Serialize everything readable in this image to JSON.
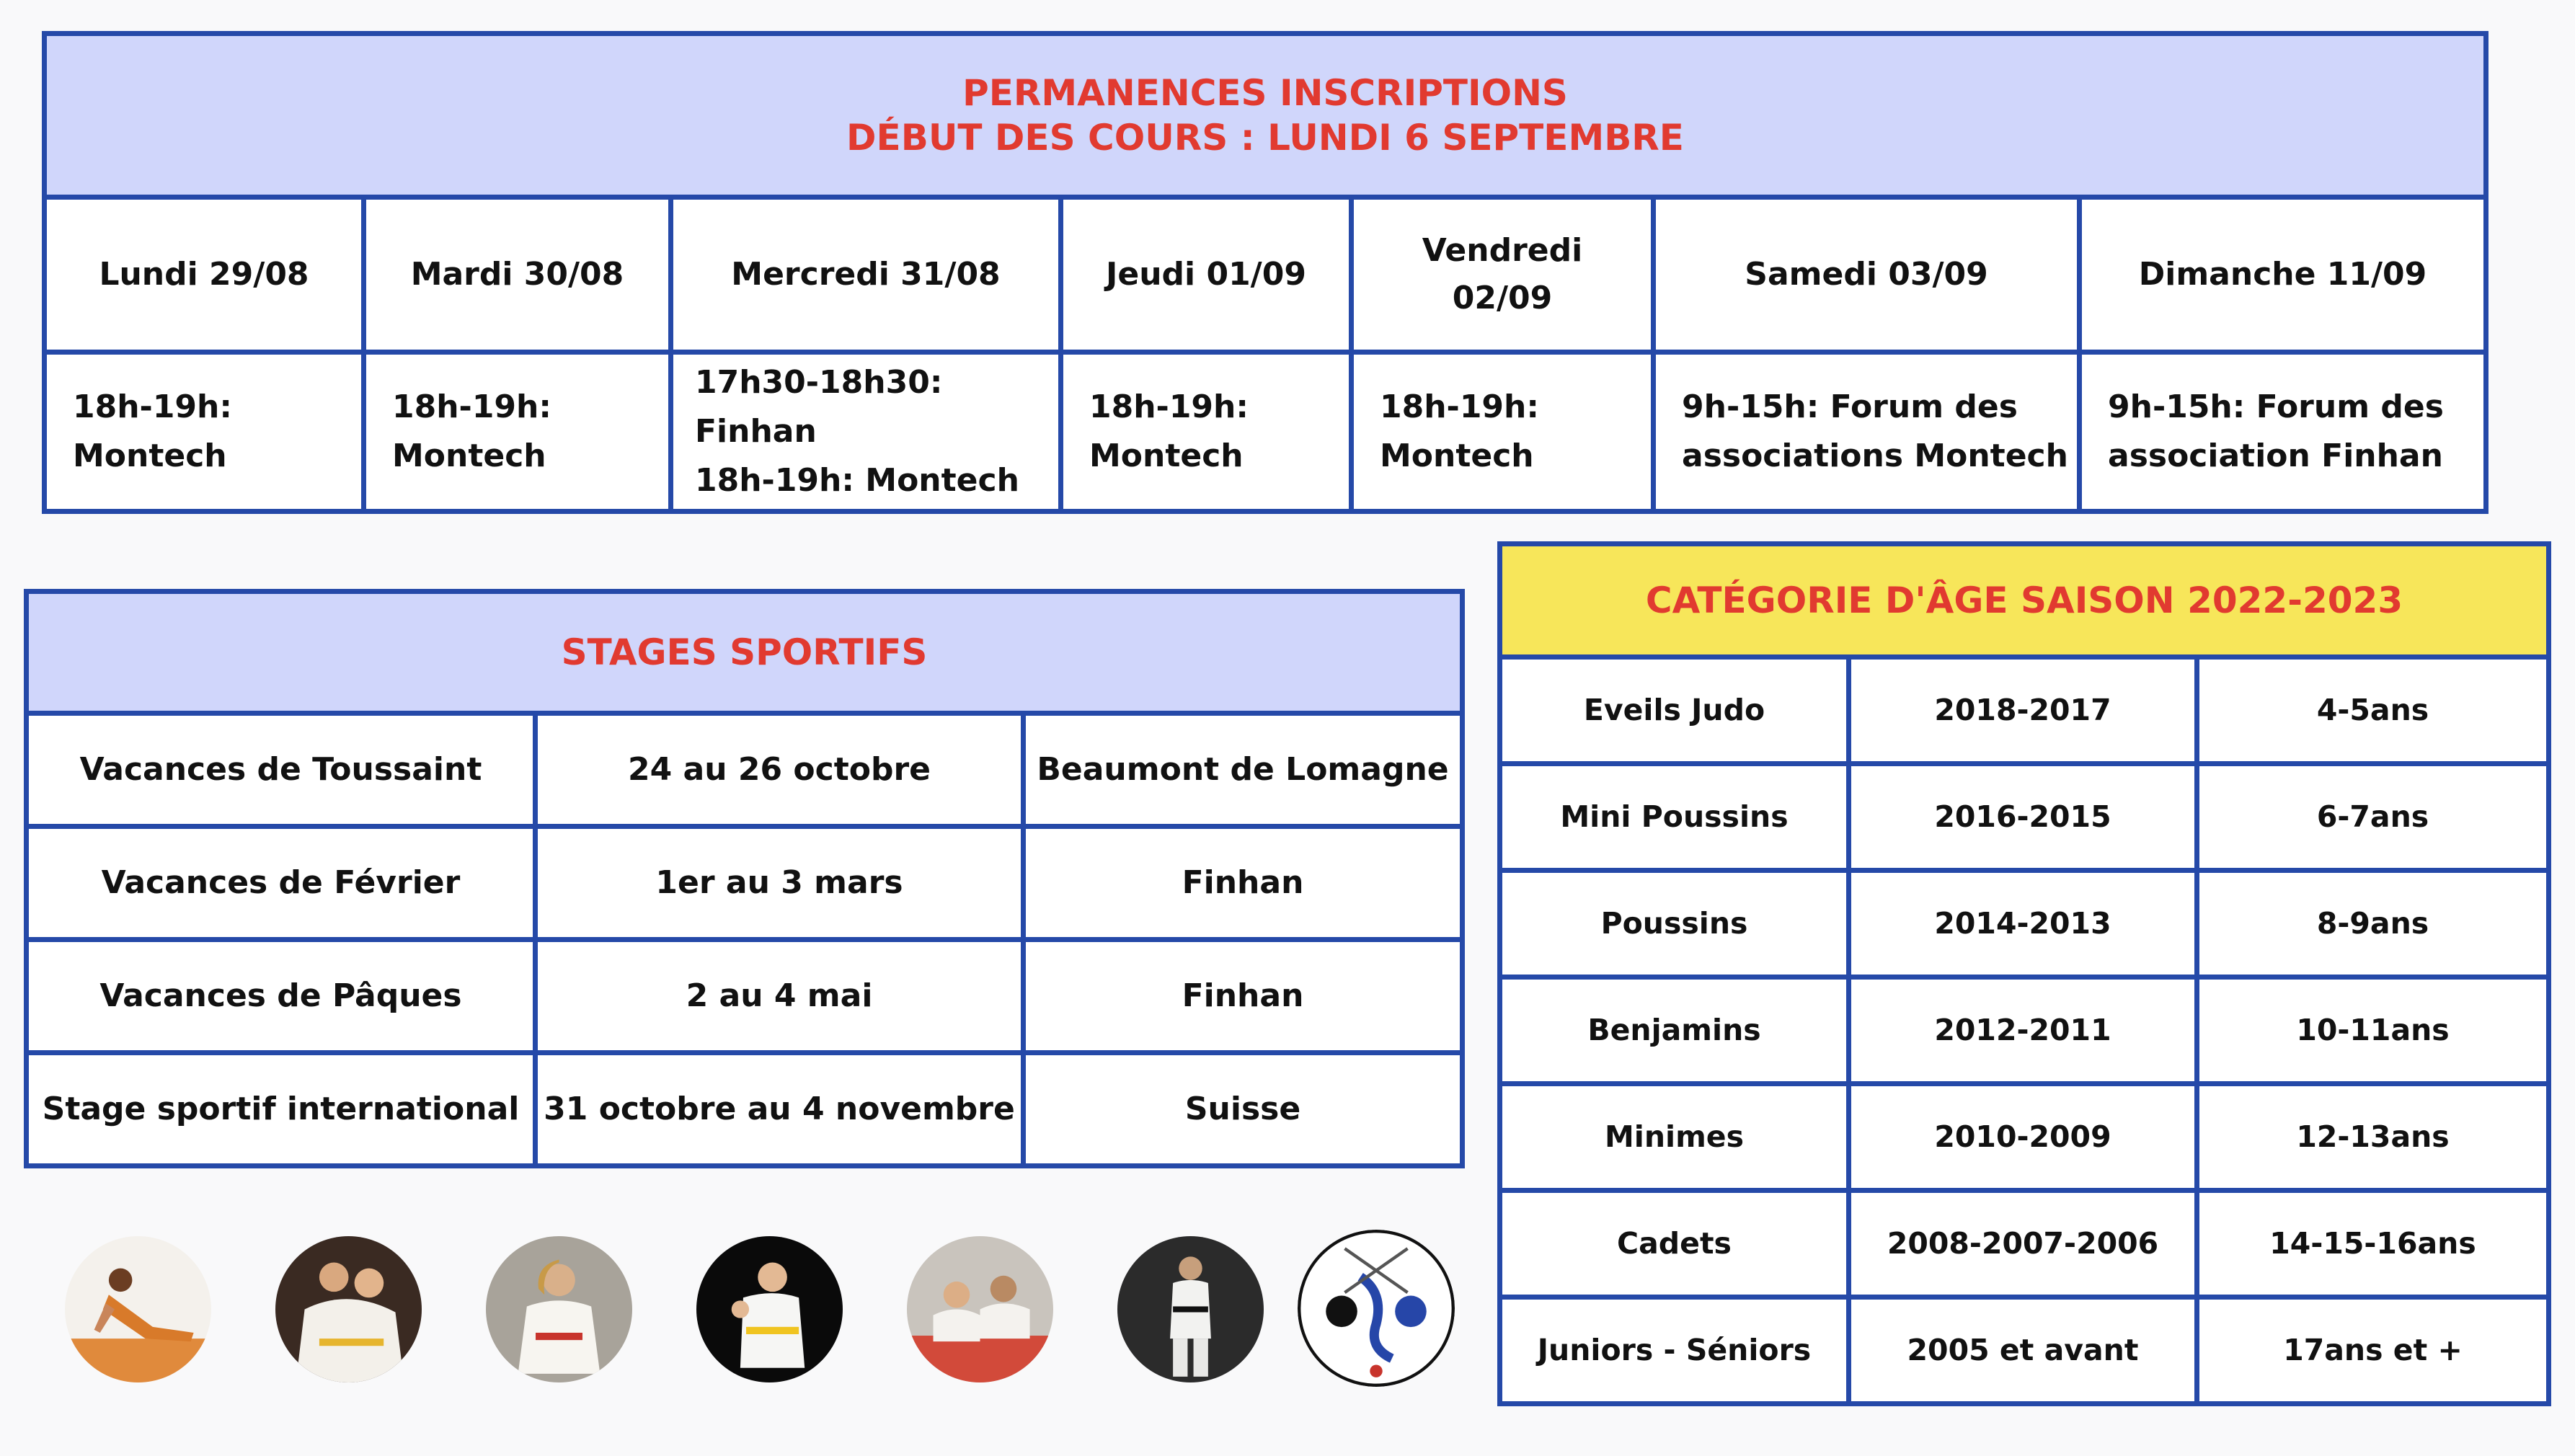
{
  "permanences": {
    "title_line1": "PERMANENCES INSCRIPTIONS",
    "title_line2": "DÉBUT DES COURS : LUNDI 6 SEPTEMBRE",
    "days": [
      {
        "day": "Lundi 29/08",
        "slot_line1": "18h-19h:",
        "slot_line2": "Montech"
      },
      {
        "day": "Mardi 30/08",
        "slot_line1": "18h-19h:",
        "slot_line2": "Montech"
      },
      {
        "day": "Mercredi 31/08",
        "slot_line1": "17h30-18h30: Finhan",
        "slot_line2": "18h-19h: Montech"
      },
      {
        "day": "Jeudi 01/09",
        "slot_line1": "18h-19h:",
        "slot_line2": "Montech"
      },
      {
        "day_line1": "Vendredi",
        "day_line2": "02/09",
        "slot_line1": "18h-19h:",
        "slot_line2": "Montech"
      },
      {
        "day": "Samedi 03/09",
        "slot_line1": "9h-15h: Forum des",
        "slot_line2": "associations Montech"
      },
      {
        "day": "Dimanche 11/09",
        "slot_line1": "9h-15h: Forum des",
        "slot_line2": "association Finhan"
      }
    ]
  },
  "stages": {
    "title": "STAGES SPORTIFS",
    "rows": [
      {
        "name": "Vacances de Toussaint",
        "dates": "24 au 26 octobre",
        "place": "Beaumont de Lomagne"
      },
      {
        "name": "Vacances de Février",
        "dates": "1er au 3 mars",
        "place": "Finhan"
      },
      {
        "name": "Vacances de Pâques",
        "dates": "2 au 4 mai",
        "place": "Finhan"
      },
      {
        "name": "Stage sportif international",
        "dates": "31 octobre au 4 novembre",
        "place": "Suisse"
      }
    ]
  },
  "categories": {
    "title": "CATÉGORIE D'ÂGE SAISON 2022-2023",
    "rows": [
      {
        "name": "Eveils Judo",
        "years": "2018-2017",
        "ages": "4-5ans"
      },
      {
        "name": "Mini Poussins",
        "years": "2016-2015",
        "ages": "6-7ans"
      },
      {
        "name": "Poussins",
        "years": "2014-2013",
        "ages": "8-9ans"
      },
      {
        "name": "Benjamins",
        "years": "2012-2011",
        "ages": "10-11ans"
      },
      {
        "name": "Minimes",
        "years": "2010-2009",
        "ages": "12-13ans"
      },
      {
        "name": "Cadets",
        "years": "2008-2007-2006",
        "ages": "14-15-16ans"
      },
      {
        "name": "Juniors - Séniors",
        "years": "2005 et avant",
        "ages": "17ans et +"
      }
    ]
  },
  "colors": {
    "border": "#2549a8",
    "header_bg": "#d0d6fb",
    "category_header_bg": "#f7e65a",
    "title_red": "#e13a30"
  },
  "photos": [
    {
      "icon": "yoga-stretch-photo"
    },
    {
      "icon": "judo-kids-hug-photo"
    },
    {
      "icon": "judo-girl-kneeling-photo"
    },
    {
      "icon": "judo-boy-yellow-belt-photo"
    },
    {
      "icon": "judo-kids-mat-photo"
    },
    {
      "icon": "judoka-standing-photo"
    },
    {
      "icon": "club-logo"
    }
  ]
}
